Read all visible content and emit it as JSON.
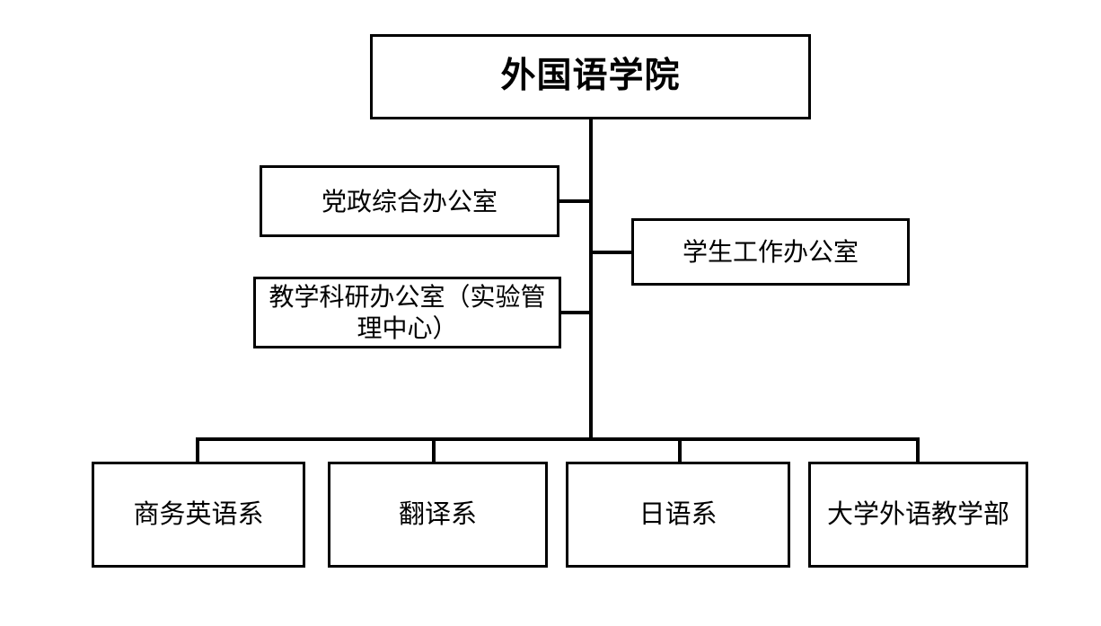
{
  "diagram": {
    "title": "外国语学院",
    "type": "organizational-chart",
    "colors": {
      "line": "#000000",
      "box_fill": "#ffffff",
      "text": "#000000",
      "background": "#ffffff"
    },
    "root": {
      "label": "外国语学院",
      "level": 0
    },
    "offices": [
      {
        "id": "office-party-admin",
        "label": "党政综合办公室",
        "side": "left",
        "level": 1
      },
      {
        "id": "office-student-affairs",
        "label": "学生工作办公室",
        "side": "right",
        "level": 1
      },
      {
        "id": "office-teaching-research",
        "label": "教学科研办公室（实验管\n理中心）",
        "side": "left",
        "level": 1
      }
    ],
    "departments": [
      {
        "id": "dept-business-english",
        "label": "商务英语系",
        "level": 2
      },
      {
        "id": "dept-translation",
        "label": "翻译系",
        "level": 2
      },
      {
        "id": "dept-japanese",
        "label": "日语系",
        "level": 2
      },
      {
        "id": "dept-college-foreign-language",
        "label": "大学外语教学部",
        "level": 2
      }
    ]
  }
}
